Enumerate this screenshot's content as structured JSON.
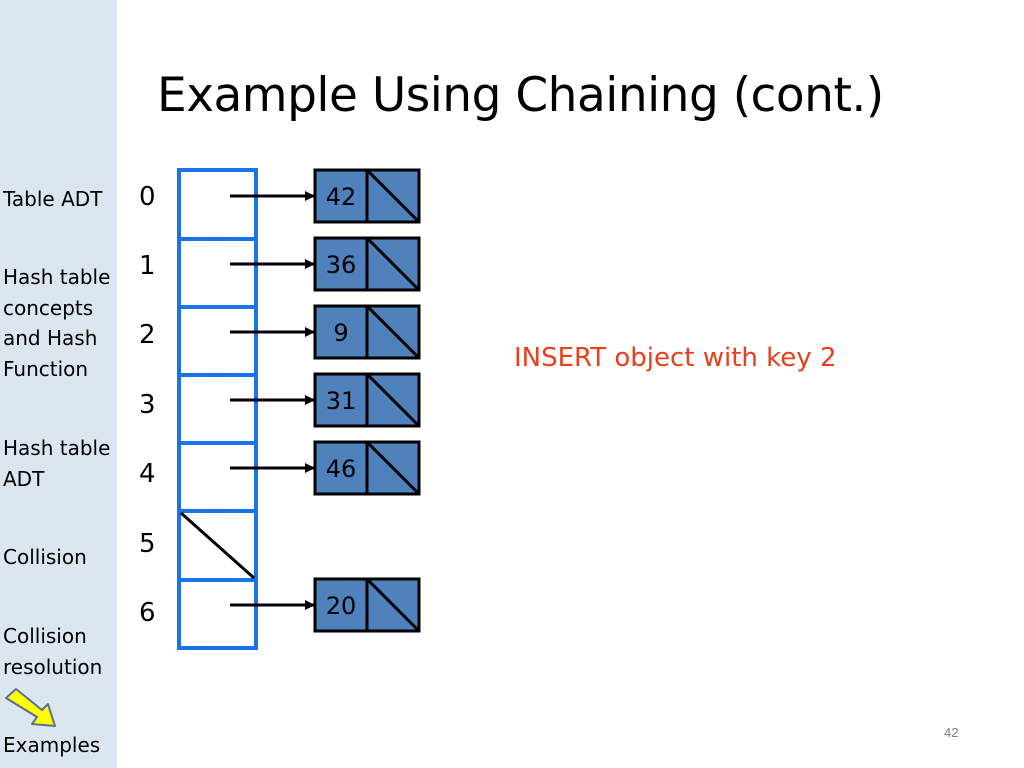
{
  "slide": {
    "title": "Example Using Chaining (cont.)",
    "page_number": "42",
    "note": "INSERT object with key 2"
  },
  "sidebar": {
    "items": [
      {
        "label": "Table ADT"
      },
      {
        "label": "Hash table concepts and Hash Function"
      },
      {
        "label": "Hash table ADT"
      },
      {
        "label": "Collision"
      },
      {
        "label": "Collision resolution"
      },
      {
        "label": "Examples",
        "current": true
      }
    ]
  },
  "hash_table": {
    "indices": [
      "0",
      "1",
      "2",
      "3",
      "4",
      "5",
      "6"
    ],
    "buckets": [
      {
        "index": "0",
        "chain": [
          "42"
        ]
      },
      {
        "index": "1",
        "chain": [
          "36"
        ]
      },
      {
        "index": "2",
        "chain": [
          "9"
        ]
      },
      {
        "index": "3",
        "chain": [
          "31"
        ]
      },
      {
        "index": "4",
        "chain": [
          "46"
        ]
      },
      {
        "index": "5",
        "chain": []
      },
      {
        "index": "6",
        "chain": [
          "20"
        ]
      }
    ]
  },
  "colors": {
    "sidebar_bg": "#dce6f1",
    "table_border": "#1a73e8",
    "node_fill": "#4f81bd",
    "note_text": "#e8401c",
    "arrow_indicator": "#ffff00"
  },
  "icons": {
    "current_section": "arrow-indicator-icon"
  }
}
